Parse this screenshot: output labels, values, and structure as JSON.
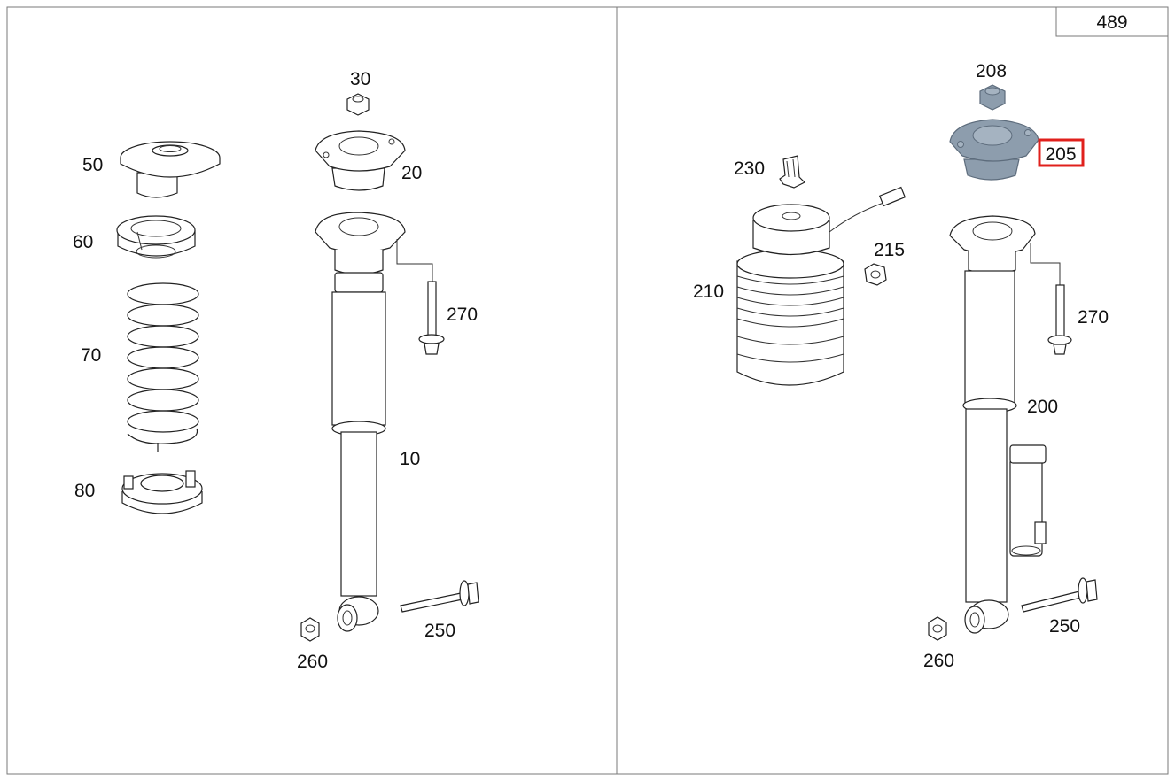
{
  "page_number": "489",
  "highlighted_part": "205",
  "colors": {
    "highlight_box": "#e0201c",
    "highlighted_part_fill": "#8d9dad",
    "border": "#7a7a7a"
  },
  "left_panel": {
    "labels": {
      "p50": "50",
      "p60": "60",
      "p70": "70",
      "p80": "80",
      "p30": "30",
      "p20": "20",
      "p270": "270",
      "p10": "10",
      "p250": "250",
      "p260": "260"
    }
  },
  "right_panel": {
    "labels": {
      "p208": "208",
      "p205": "205",
      "p230": "230",
      "p215": "215",
      "p210": "210",
      "p270": "270",
      "p200": "200",
      "p250": "250",
      "p260": "260"
    }
  }
}
